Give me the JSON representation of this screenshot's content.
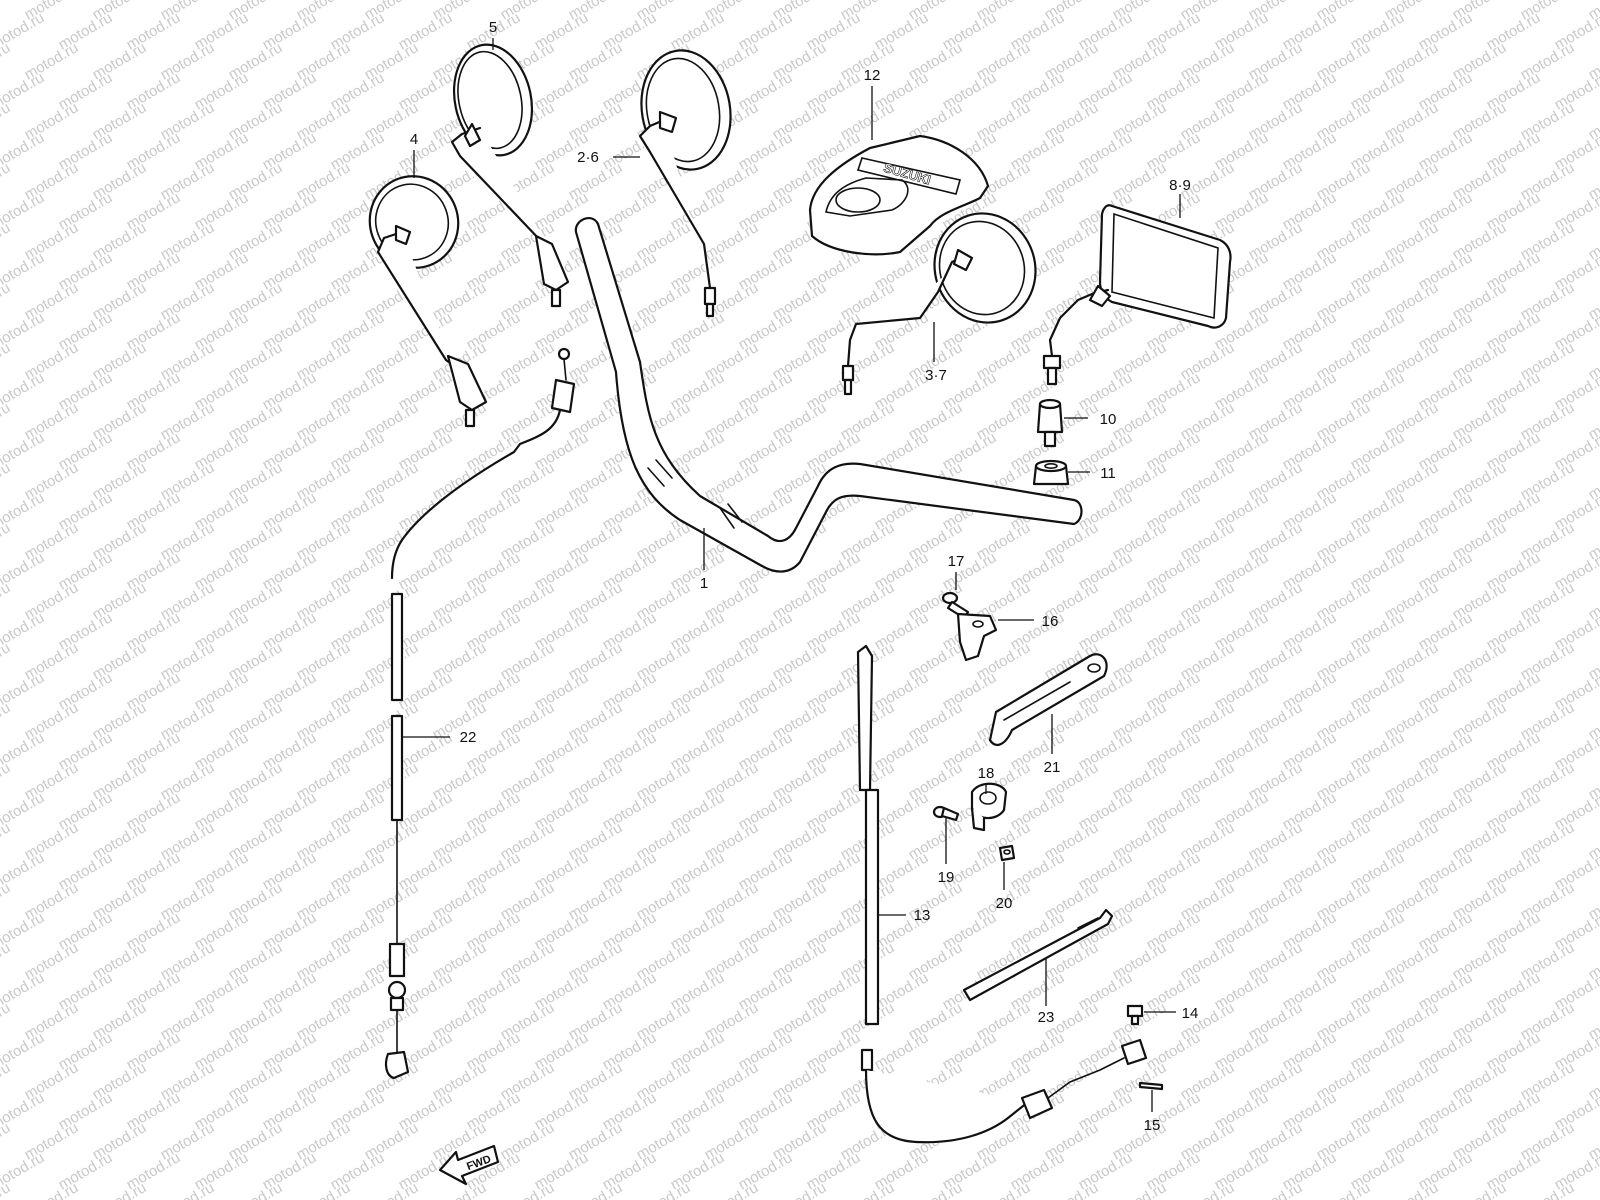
{
  "watermark": "motod.ru",
  "fwd_label": "FWD",
  "logo_text": "SUZUKI",
  "colors": {
    "line": "#111111",
    "background": "#ffffff",
    "watermark": "#c9c9c9"
  },
  "callouts": [
    {
      "id": "c1",
      "label": "1"
    },
    {
      "id": "c26",
      "label": "2·6"
    },
    {
      "id": "c37",
      "label": "3·7"
    },
    {
      "id": "c4",
      "label": "4"
    },
    {
      "id": "c5",
      "label": "5"
    },
    {
      "id": "c89",
      "label": "8·9"
    },
    {
      "id": "c10",
      "label": "10"
    },
    {
      "id": "c11",
      "label": "11"
    },
    {
      "id": "c12",
      "label": "12"
    },
    {
      "id": "c13",
      "label": "13"
    },
    {
      "id": "c14",
      "label": "14"
    },
    {
      "id": "c15",
      "label": "15"
    },
    {
      "id": "c16",
      "label": "16"
    },
    {
      "id": "c17",
      "label": "17"
    },
    {
      "id": "c18",
      "label": "18"
    },
    {
      "id": "c19",
      "label": "19"
    },
    {
      "id": "c20",
      "label": "20"
    },
    {
      "id": "c21",
      "label": "21"
    },
    {
      "id": "c22",
      "label": "22"
    },
    {
      "id": "c23",
      "label": "23"
    }
  ]
}
